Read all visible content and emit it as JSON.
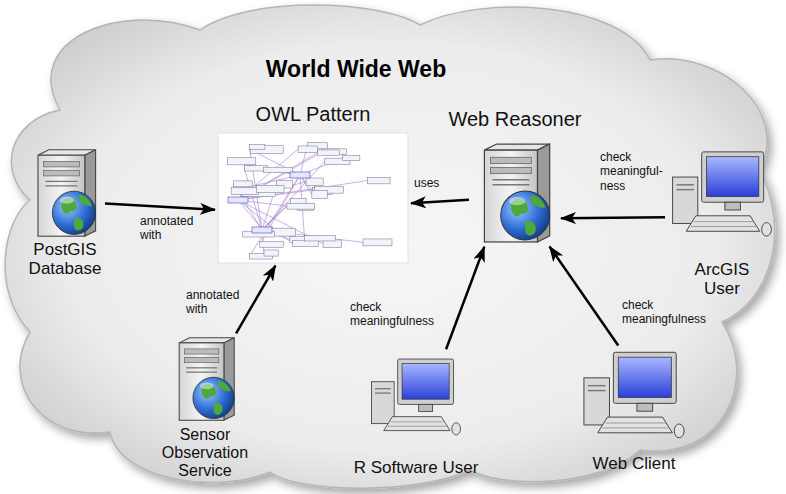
{
  "diagram": {
    "title": "World Wide Web",
    "nodes": [
      {
        "text": [
          "OWL Pattern"
        ]
      },
      {
        "text": [
          "Web Reasoner"
        ]
      },
      {
        "text": [
          "PostGIS Database"
        ]
      },
      {
        "text": [
          "ArcGIS User"
        ]
      },
      {
        "text": [
          "Sensor Observation Service"
        ]
      },
      {
        "text": [
          "R Software User"
        ]
      },
      {
        "text": [
          "Web Client"
        ]
      }
    ],
    "edges": [
      {
        "from": 2,
        "to": 0,
        "label": "annotated with",
        "arrow": "to"
      },
      {
        "from": 4,
        "to": 0,
        "label": "annotated with",
        "arrow": "to"
      },
      {
        "from": 1,
        "to": 0,
        "label": "uses",
        "arrow": "to"
      },
      {
        "from": 3,
        "to": 1,
        "label": "check meaningful- ness",
        "arrow": "to"
      },
      {
        "from": 5,
        "to": 1,
        "label": "check meaningfulness",
        "arrow": "to"
      },
      {
        "from": 6,
        "to": 1,
        "label": "check meaningfulness",
        "arrow": "to"
      }
    ]
  }
}
